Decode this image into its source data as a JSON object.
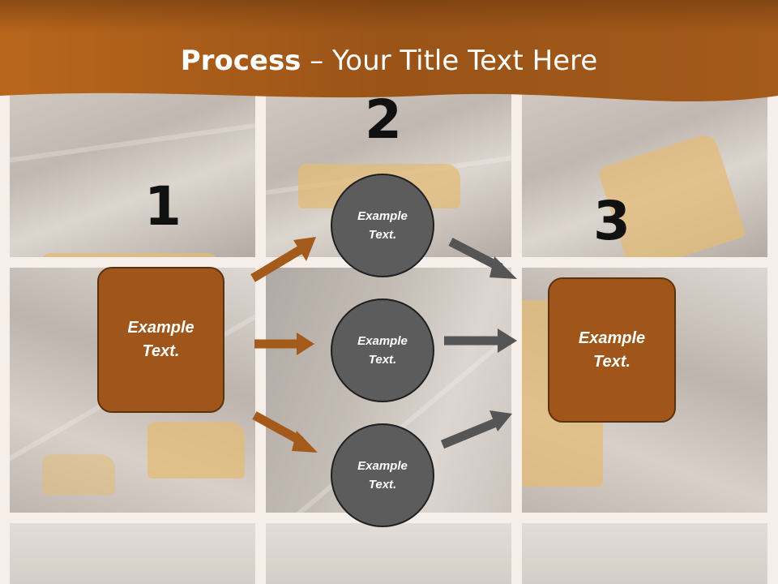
{
  "title": {
    "bold": "Process",
    "rest": " – Your Title Text Here"
  },
  "steps": {
    "one": {
      "number": "1",
      "label_line1": "Example",
      "label_line2": "Text."
    },
    "two": {
      "number": "2"
    },
    "three": {
      "number": "3",
      "label_line1": "Example",
      "label_line2": "Text."
    }
  },
  "circles": [
    {
      "line1": "Example",
      "line2": "Text."
    },
    {
      "line1": "Example",
      "line2": "Text."
    },
    {
      "line1": "Example",
      "line2": "Text."
    }
  ],
  "colors": {
    "header_brown": "#a3591a",
    "box_fill": "#a0561a",
    "circle_fill": "#5c5c5c",
    "arrow_orange": "#a35a1a",
    "arrow_gray": "#555555"
  }
}
